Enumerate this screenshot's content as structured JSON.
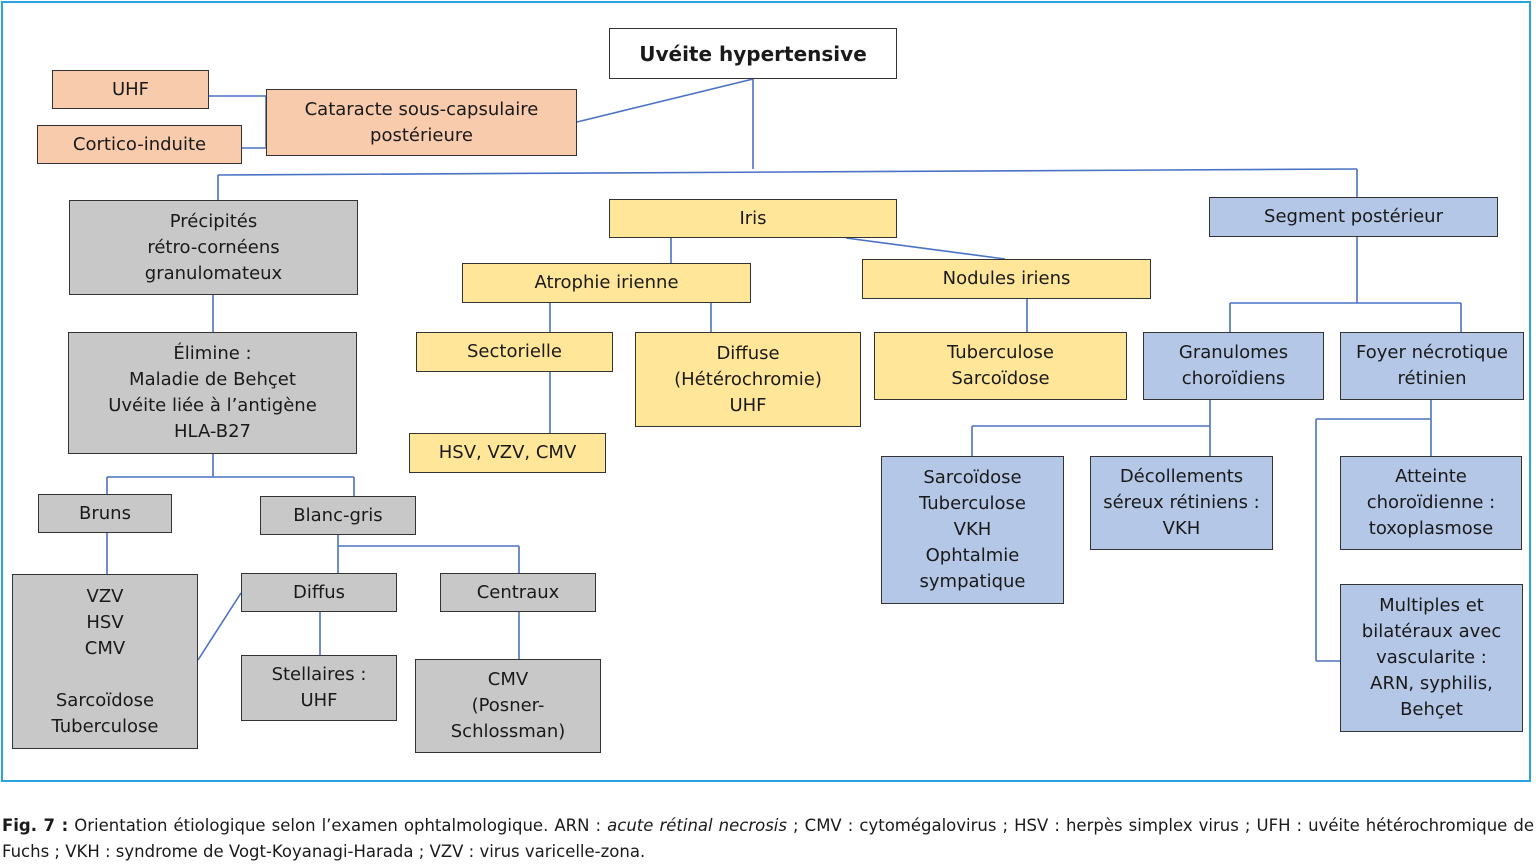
{
  "colors": {
    "frame": "#2aa4df",
    "connector": "#4a72c4",
    "orange": "#f8cbad",
    "gray": "#c8c8c8",
    "yellow": "#ffe699",
    "blue": "#b4c7e7"
  },
  "nodes": {
    "root": [
      "Uvéite hypertensive"
    ],
    "uhf_orange": [
      "UHF"
    ],
    "cortico": [
      "Cortico-induite"
    ],
    "cataracte": [
      "Cataracte sous-capsulaire",
      "postérieure"
    ],
    "precipites": [
      "Précipités",
      "rétro-cornéens",
      "granulomateux"
    ],
    "elimine": [
      "Élimine :",
      "Maladie de Behçet",
      "Uvéite liée à l’antigène",
      "HLA-B27"
    ],
    "bruns": [
      "Bruns"
    ],
    "blanc_gris": [
      "Blanc-gris"
    ],
    "vzv_list": [
      "VZV",
      "HSV",
      "CMV",
      "",
      "Sarcoïdose",
      "Tuberculose"
    ],
    "diffus": [
      "Diffus"
    ],
    "centraux": [
      "Centraux"
    ],
    "stellaires": [
      "Stellaires :",
      "UHF"
    ],
    "cmv_posner": [
      "CMV",
      "(Posner-",
      "Schlossman)"
    ],
    "iris": [
      "Iris"
    ],
    "atrophie": [
      "Atrophie irienne"
    ],
    "nodules": [
      "Nodules iriens"
    ],
    "sectorielle": [
      "Sectorielle"
    ],
    "diffuse": [
      "Diffuse",
      "(Hétérochromie)",
      "UHF"
    ],
    "tuberculose_sarc": [
      "Tuberculose",
      "Sarcoïdose"
    ],
    "hsv_vzv_cmv": [
      "HSV, VZV, CMV"
    ],
    "segment": [
      "Segment postérieur"
    ],
    "granulomes": [
      "Granulomes",
      "choroïdiens"
    ],
    "foyer": [
      "Foyer nécrotique",
      "rétinien"
    ],
    "sarc_list": [
      "Sarcoïdose",
      "Tuberculose",
      "VKH",
      "Ophtalmie",
      "sympatique"
    ],
    "decollements": [
      "Décollements",
      "séreux rétiniens :",
      "VKH"
    ],
    "atteinte": [
      "Atteinte",
      "choroïdienne :",
      "toxoplasmose"
    ],
    "multiples": [
      "Multiples et",
      "bilatéraux avec",
      "vascularite :",
      "ARN, syphilis,",
      "Behçet"
    ]
  },
  "caption": {
    "fig_label": "Fig. 7 :",
    "text_1": " Orientation étiologique selon l’examen ophtalmologique. ARN : ",
    "italic": "acute rétinal necrosis",
    "text_2": " ; CMV : cytomégalovirus ; HSV : herpès simplex virus ; UFH : uvéite hétérochromique de Fuchs ; VKH : syndrome de Vogt-Koyanagi-Harada ; VZV : virus varicelle-zona."
  }
}
